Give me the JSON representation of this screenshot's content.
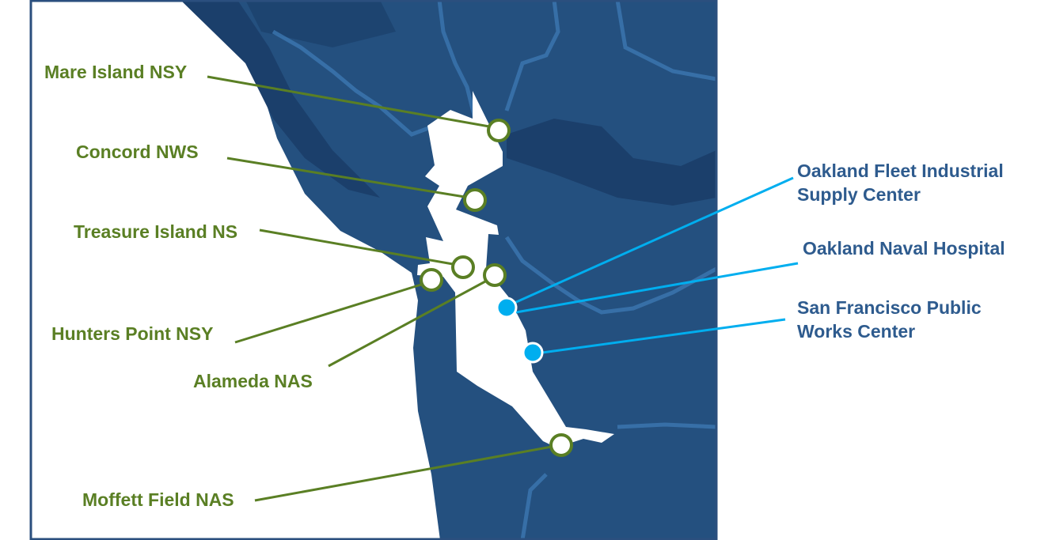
{
  "colors": {
    "navy_sites": "#5a7f24",
    "other_sites": "#00aeef",
    "label_blue": "#2e5b8e",
    "land": "#24507f"
  },
  "navy_sites": [
    {
      "label": "Mare Island NSY"
    },
    {
      "label": "Concord NWS"
    },
    {
      "label": "Treasure Island NS"
    },
    {
      "label": "Hunters Point NSY"
    },
    {
      "label": "Alameda NAS"
    },
    {
      "label": "Moffett Field NAS"
    }
  ],
  "other_sites": [
    {
      "line1": "Oakland Fleet Industrial",
      "line2": "Supply Center"
    },
    {
      "line1": "Oakland Naval Hospital"
    },
    {
      "line1": "San Francisco Public",
      "line2": "Works Center"
    }
  ]
}
